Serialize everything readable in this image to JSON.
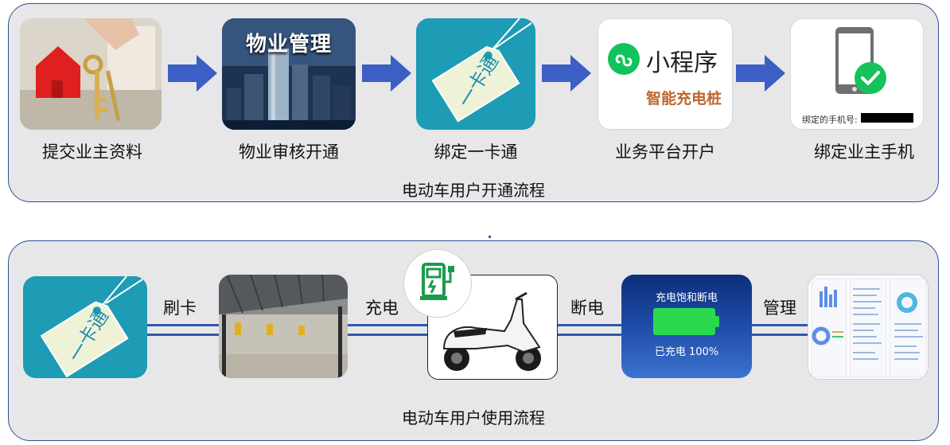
{
  "top_panel": {
    "title": "电动车用户开通流程",
    "steps": [
      {
        "caption": "提交业主资料",
        "icon": "house-keys-photo"
      },
      {
        "caption": "物业审核开通",
        "icon": "property-building-photo",
        "image_text": "物业管理"
      },
      {
        "caption": "绑定一卡通",
        "icon": "card-tag-icon",
        "image_text": "一卡通"
      },
      {
        "caption": "业务平台开户",
        "icon": "mini-program-logo",
        "image_text": "小程序",
        "image_subtext": "智能充电桩"
      },
      {
        "caption": "绑定业主手机",
        "icon": "phone-check-icon",
        "image_text": "绑定的手机号:"
      }
    ]
  },
  "bottom_panel": {
    "title": "电动车用户使用流程",
    "steps": [
      {
        "label": "刷卡",
        "icon": "card-tag-icon",
        "image_text": "一卡通"
      },
      {
        "label": "充电",
        "icon": "charging-shed-photo"
      },
      {
        "label": "断电",
        "icon": "scooter-photo"
      },
      {
        "label": "管理",
        "icon": "battery-full-panel",
        "image_text_top": "充电饱和断电",
        "image_text_bottom": "已充电 100%"
      },
      {
        "icon": "dashboard-screenshot"
      }
    ]
  },
  "colors": {
    "panel_background": "#e7e7e9",
    "panel_border": "#2f4f8f",
    "arrow": "#3b5fc4",
    "card_tile": "#1e9bb5",
    "mini_program_green": "#10c35c",
    "check_green": "#16c25b",
    "battery_green": "#2ad94c"
  }
}
